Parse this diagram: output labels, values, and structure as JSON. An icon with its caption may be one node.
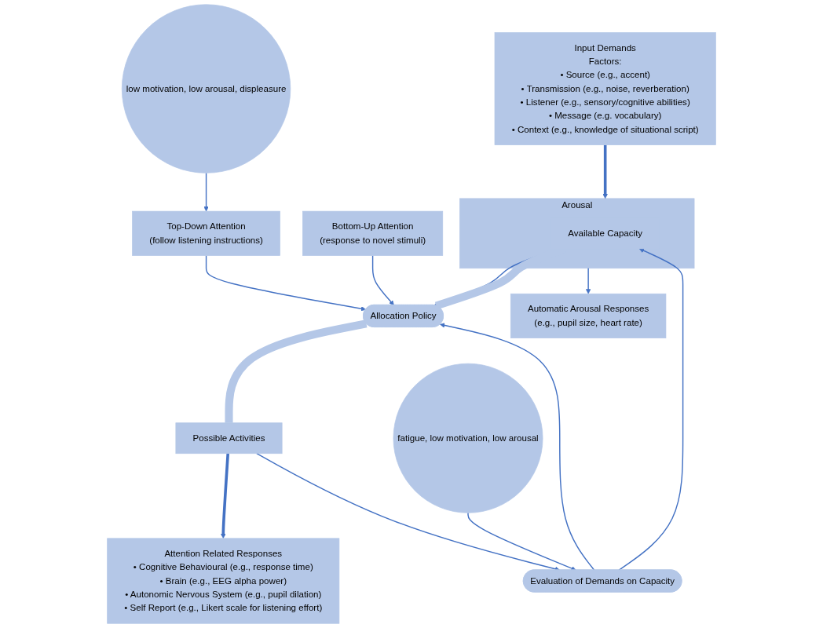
{
  "diagram": {
    "nodes": [
      {
        "text": [
          "Input Demands",
          "Factors:",
          "• Source (e.g., accent)",
          "• Transmission (e.g., noise, reverberation)",
          "• Listener (e.g., sensory/cognitive abilities)",
          "• Message (e.g. vocabulary)",
          "• Context (e.g., knowledge of situational script)"
        ]
      },
      {
        "text": [
          "Arousal"
        ]
      },
      {
        "text": [
          "Available Capacity"
        ],
        "in": 1
      },
      {
        "text": [
          "Automatic Arousal Responses",
          "(e.g., pupil size, heart rate)"
        ]
      },
      {
        "text": [
          "Bottom-Up Attention",
          "(response to novel stimuli)"
        ]
      },
      {
        "text": [
          "Allocation Policy"
        ]
      },
      {
        "text": [
          "Top-Down Attention",
          "(follow listening instructions)"
        ]
      },
      {
        "text": [
          "Evaluation of Demands on Capacity"
        ]
      },
      {
        "text": [
          "low motivation, low arousal, displeasure"
        ]
      },
      {
        "text": [
          "Possible Activities"
        ]
      },
      {
        "text": [
          "fatigue, low motivation, low arousal"
        ]
      },
      {
        "text": [
          "Attention Related Responses",
          "• Cognitive Behavioural (e.g., response time)",
          "• Brain (e.g., EEG alpha power)",
          "• Autonomic Nervous System (e.g., pupil dilation)",
          "• Self Report (e.g., Likert scale for listening effort)"
        ]
      }
    ],
    "edges": [
      {
        "from": 0,
        "to": 1,
        "arrow": "to",
        "style": "thick"
      },
      {
        "from": 1,
        "to": 3,
        "arrow": "to"
      },
      {
        "from": 4,
        "to": 5,
        "arrow": "to"
      },
      {
        "from": 6,
        "to": 5,
        "arrow": "to"
      },
      {
        "from": 2,
        "to": 5,
        "arrow": "to"
      },
      {
        "from": 2,
        "to": 5,
        "arrow": "none",
        "style": "thick",
        "color": "#b4c7e7"
      },
      {
        "from": 5,
        "to": 9,
        "arrow": "none",
        "style": "thick",
        "color": "#b4c7e7"
      },
      {
        "from": 9,
        "to": 11,
        "arrow": "to",
        "style": "thick"
      },
      {
        "from": 9,
        "to": 7,
        "arrow": "to"
      },
      {
        "from": 7,
        "to": 5,
        "arrow": "to"
      },
      {
        "from": 7,
        "to": 2,
        "arrow": "to"
      },
      {
        "from": 8,
        "to": 6,
        "arrow": "to"
      },
      {
        "from": 10,
        "to": 7,
        "arrow": "to"
      }
    ]
  }
}
